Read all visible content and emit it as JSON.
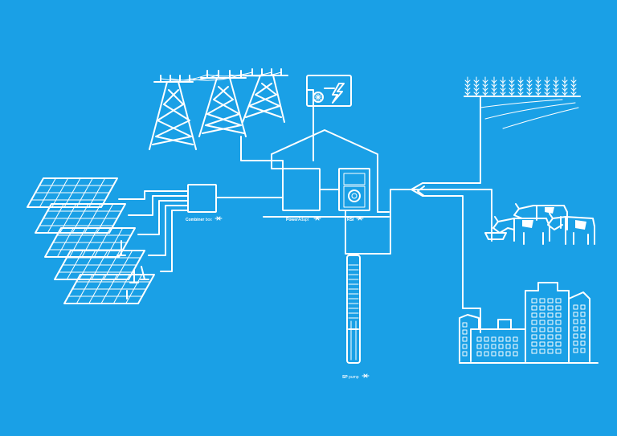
{
  "colors": {
    "background": "#1aa0e6",
    "line": "#ffffff"
  },
  "labels": {
    "combiner_box": {
      "bold": "Combiner",
      "rest": " box"
    },
    "power_adapt": {
      "bold": "Power",
      "rest": "Adapt"
    },
    "rsi": {
      "bold": "RSI",
      "rest": ""
    },
    "sp_pump": {
      "bold": "SP",
      "rest": " pump"
    }
  },
  "icons": {
    "solar": "solar-panel-array-icon",
    "pylons": "power-pylon-icon",
    "grid": "grid-supply-icon",
    "wheat": "wheat-field-icon",
    "cattle": "cattle-icon",
    "city": "city-buildings-icon",
    "pump": "submersible-pump-icon",
    "connectivity": "connectivity-icon"
  }
}
